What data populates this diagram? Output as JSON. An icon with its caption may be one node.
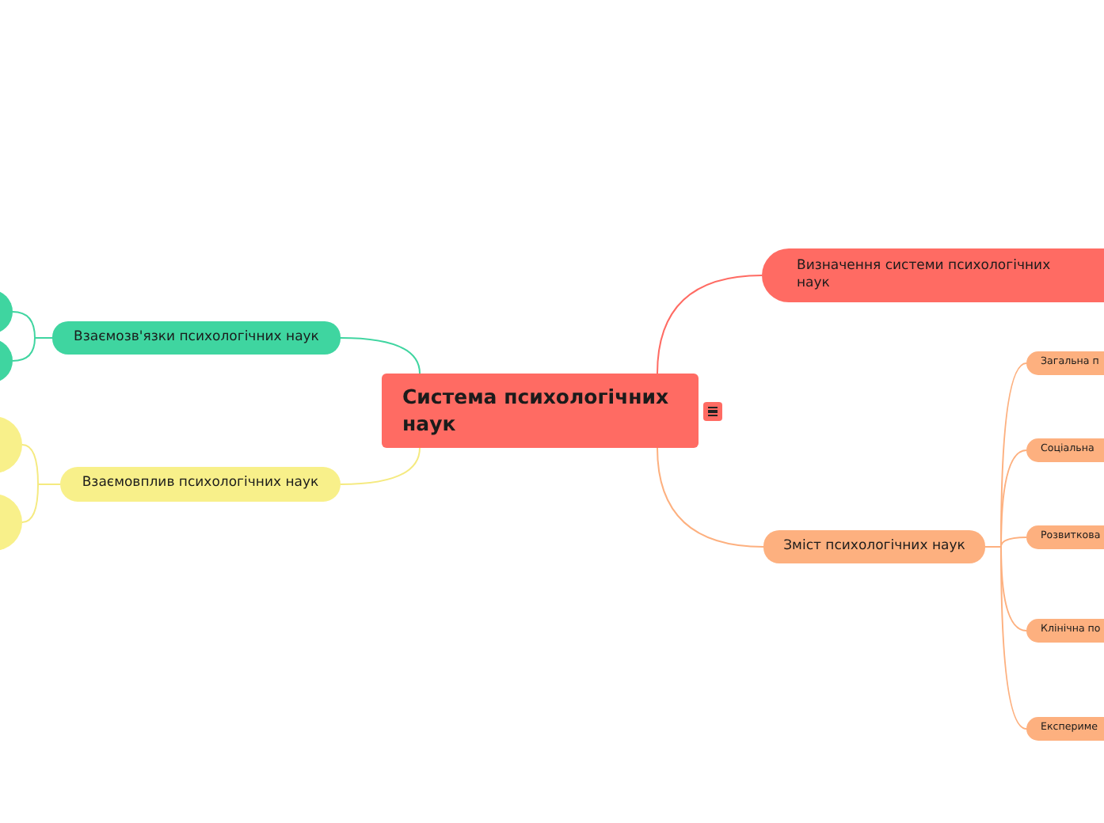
{
  "diagram": {
    "nodes": [
      {
        "text": [
          "Система психологічних наук"
        ]
      },
      {
        "text": [
          "Визначення системи психологічних наук"
        ]
      },
      {
        "text": [
          "Зміст психологічних наук"
        ]
      },
      {
        "text": [
          "Загальна п"
        ]
      },
      {
        "text": [
          "Соціальна"
        ]
      },
      {
        "text": [
          "Розвиткова"
        ]
      },
      {
        "text": [
          "Клінічна по"
        ]
      },
      {
        "text": [
          "Експериме"
        ]
      },
      {
        "text": [
          "Взаємозв'язки психологічних наук"
        ]
      },
      {
        "text": [],
        "shape": "circle"
      },
      {
        "text": [],
        "shape": "circle"
      },
      {
        "text": [
          "Взаємовплив психологічних наук"
        ]
      },
      {
        "text": [],
        "shape": "circle"
      },
      {
        "text": [],
        "shape": "circle"
      }
    ],
    "edges": [
      {
        "from": 0,
        "to": 1,
        "arrow": "none",
        "color": "#ff6b63"
      },
      {
        "from": 0,
        "to": 2,
        "arrow": "none"
      },
      {
        "from": 2,
        "to": 3,
        "arrow": "none"
      },
      {
        "from": 2,
        "to": 4,
        "arrow": "none"
      },
      {
        "from": 2,
        "to": 5,
        "arrow": "none"
      },
      {
        "from": 2,
        "to": 6,
        "arrow": "none"
      },
      {
        "from": 2,
        "to": 7,
        "arrow": "none"
      },
      {
        "from": 0,
        "to": 8,
        "arrow": "none",
        "color": "#3fd5a0"
      },
      {
        "from": 8,
        "to": 9,
        "arrow": "none",
        "color": "#3fd5a0"
      },
      {
        "from": 8,
        "to": 10,
        "arrow": "none",
        "color": "#3fd5a0"
      },
      {
        "from": 0,
        "to": 11,
        "arrow": "none",
        "color": "#f5ea80"
      },
      {
        "from": 11,
        "to": 12,
        "arrow": "none",
        "color": "#f5ea80"
      },
      {
        "from": 11,
        "to": 13,
        "arrow": "none",
        "color": "#f5ea80"
      }
    ]
  }
}
